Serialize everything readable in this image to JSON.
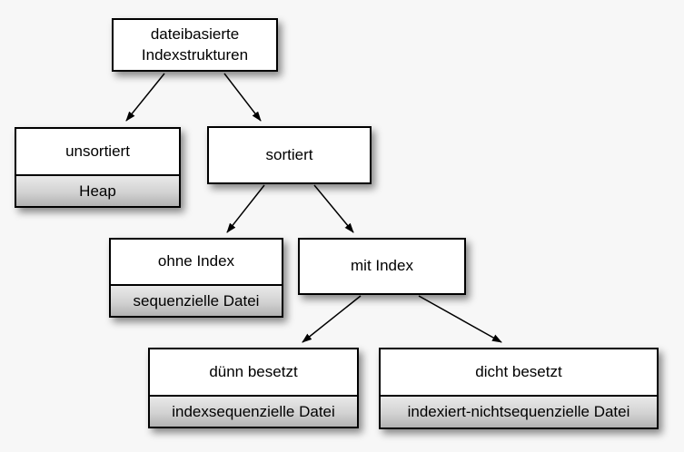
{
  "background_color": "#f7f7f7",
  "diagram": {
    "type": "tree",
    "language": "de",
    "nodes": {
      "root": {
        "label": "dateibasierte\nIndexstrukturen"
      },
      "unsortiert": {
        "label": "unsortiert",
        "sublabel": "Heap"
      },
      "sortiert": {
        "label": "sortiert"
      },
      "ohne_index": {
        "label": "ohne Index",
        "sublabel": "sequenzielle Datei"
      },
      "mit_index": {
        "label": "mit Index"
      },
      "duenn_besetzt": {
        "label": "dünn besetzt",
        "sublabel": "indexsequenzielle Datei"
      },
      "dicht_besetzt": {
        "label": "dicht besetzt",
        "sublabel": "indexiert-nichtsequenzielle Datei"
      }
    },
    "edges": [
      {
        "from": "root",
        "to": "unsortiert"
      },
      {
        "from": "root",
        "to": "sortiert"
      },
      {
        "from": "sortiert",
        "to": "ohne_index"
      },
      {
        "from": "sortiert",
        "to": "mit_index"
      },
      {
        "from": "mit_index",
        "to": "duenn_besetzt"
      },
      {
        "from": "mit_index",
        "to": "dicht_besetzt"
      }
    ],
    "colors": {
      "node_fill": "#ffffff",
      "node_border": "#000000",
      "sublabel_gradient_top": "#e9e9e9",
      "sublabel_gradient_bottom": "#b2b2b2",
      "arrow": "#000000",
      "text": "#000000"
    }
  }
}
